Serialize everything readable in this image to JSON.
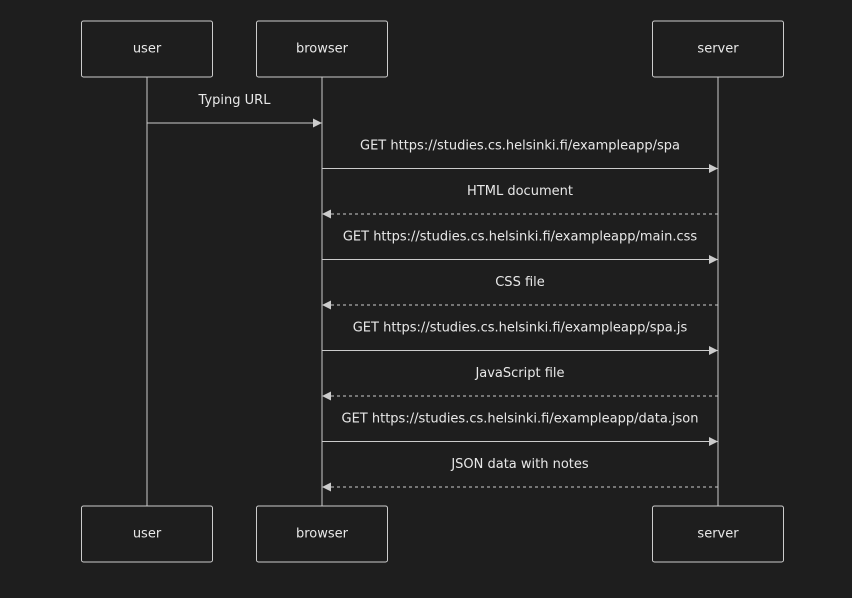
{
  "diagram": {
    "type": "sequence",
    "participants": [
      {
        "id": "user",
        "label": "user"
      },
      {
        "id": "browser",
        "label": "browser"
      },
      {
        "id": "server",
        "label": "server"
      }
    ],
    "messages": [
      {
        "from": "user",
        "to": "browser",
        "label": "Typing URL",
        "style": "solid"
      },
      {
        "from": "browser",
        "to": "server",
        "label": "GET https://studies.cs.helsinki.fi/exampleapp/spa",
        "style": "solid"
      },
      {
        "from": "server",
        "to": "browser",
        "label": "HTML document",
        "style": "dashed"
      },
      {
        "from": "browser",
        "to": "server",
        "label": "GET https://studies.cs.helsinki.fi/exampleapp/main.css",
        "style": "solid"
      },
      {
        "from": "server",
        "to": "browser",
        "label": "CSS file",
        "style": "dashed"
      },
      {
        "from": "browser",
        "to": "server",
        "label": "GET https://studies.cs.helsinki.fi/exampleapp/spa.js",
        "style": "solid"
      },
      {
        "from": "server",
        "to": "browser",
        "label": "JavaScript file",
        "style": "dashed"
      },
      {
        "from": "browser",
        "to": "server",
        "label": "GET https://studies.cs.helsinki.fi/exampleapp/data.json",
        "style": "solid"
      },
      {
        "from": "server",
        "to": "browser",
        "label": "JSON data with notes",
        "style": "dashed"
      }
    ]
  },
  "colors": {
    "background": "#1e1e1e",
    "line": "#cccccc",
    "text": "#e8e8e8"
  }
}
